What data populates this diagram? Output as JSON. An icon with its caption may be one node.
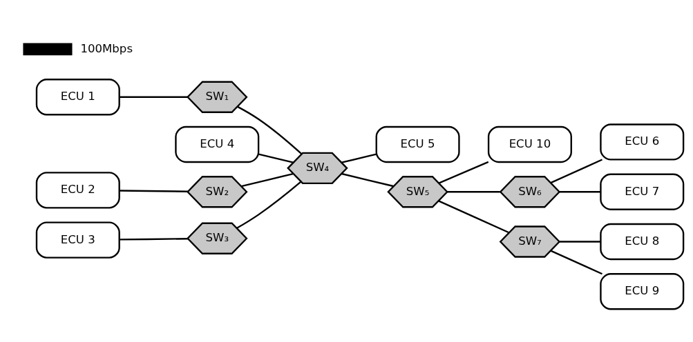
{
  "diagram": {
    "nodes": [
      {
        "text": [
          "ECU 1"
        ]
      },
      {
        "text": [
          "ECU 2"
        ]
      },
      {
        "text": [
          "ECU 3"
        ]
      },
      {
        "text": [
          "ECU 4"
        ]
      },
      {
        "text": [
          "ECU 5"
        ]
      },
      {
        "text": [
          "ECU 6"
        ]
      },
      {
        "text": [
          "ECU 7"
        ]
      },
      {
        "text": [
          "ECU 8"
        ]
      },
      {
        "text": [
          "ECU 9"
        ]
      },
      {
        "text": [
          "ECU 10"
        ]
      },
      {
        "text": [
          "SW₁"
        ]
      },
      {
        "text": [
          "SW₂"
        ]
      },
      {
        "text": [
          "SW₃"
        ]
      },
      {
        "text": [
          "SW₄"
        ]
      },
      {
        "text": [
          "SW₅"
        ]
      },
      {
        "text": [
          "SW₆"
        ]
      },
      {
        "text": [
          "SW₇"
        ]
      }
    ],
    "edges": [
      {
        "from": 0,
        "to": 10,
        "arrow": "none"
      },
      {
        "from": 1,
        "to": 11,
        "arrow": "none"
      },
      {
        "from": 2,
        "to": 12,
        "arrow": "none"
      },
      {
        "from": 10,
        "to": 13,
        "arrow": "none"
      },
      {
        "from": 11,
        "to": 13,
        "arrow": "none"
      },
      {
        "from": 12,
        "to": 13,
        "arrow": "none"
      },
      {
        "from": 3,
        "to": 13,
        "arrow": "none"
      },
      {
        "from": 13,
        "to": 4,
        "arrow": "none"
      },
      {
        "from": 13,
        "to": 14,
        "arrow": "none"
      },
      {
        "from": 14,
        "to": 15,
        "arrow": "none"
      },
      {
        "from": 14,
        "to": 16,
        "arrow": "none"
      },
      {
        "from": 14,
        "to": 9,
        "arrow": "none"
      },
      {
        "from": 15,
        "to": 5,
        "arrow": "none"
      },
      {
        "from": 15,
        "to": 6,
        "arrow": "none"
      },
      {
        "from": 16,
        "to": 8,
        "arrow": "none"
      },
      {
        "from": 16,
        "to": 7,
        "arrow": "none"
      }
    ],
    "legend": [
      {
        "text": "100Mbps"
      }
    ]
  }
}
